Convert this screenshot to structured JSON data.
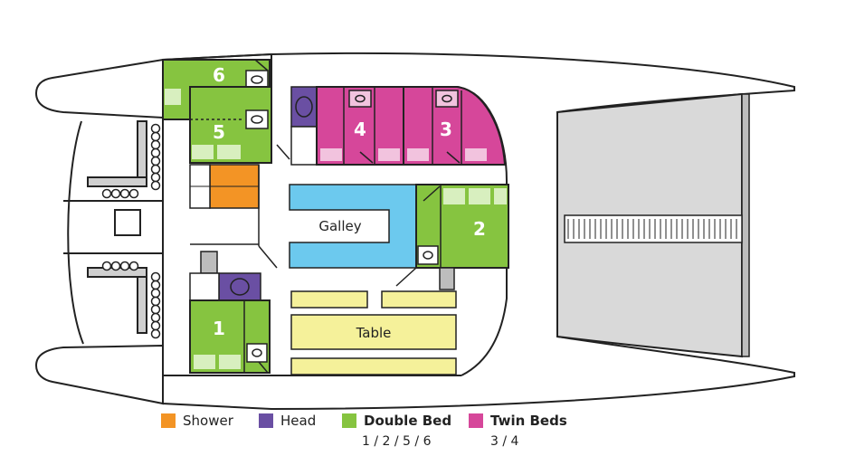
{
  "colors": {
    "shower": "#f39425",
    "head": "#6a4fa3",
    "double_bed": "#86c440",
    "twin_beds": "#d6479a",
    "galley": "#6cc9ee",
    "table": "#f5f19a",
    "trampoline": "#d9d9d9",
    "hull_outline": "#222222"
  },
  "rooms": {
    "galley": "Galley",
    "table": "Table"
  },
  "cabins": [
    {
      "number": "1",
      "type": "double_bed"
    },
    {
      "number": "2",
      "type": "double_bed"
    },
    {
      "number": "3",
      "type": "twin_beds"
    },
    {
      "number": "4",
      "type": "twin_beds"
    },
    {
      "number": "5",
      "type": "double_bed"
    },
    {
      "number": "6",
      "type": "double_bed"
    }
  ],
  "legend": [
    {
      "key": "shower",
      "label": "Shower",
      "bold": false,
      "sub": ""
    },
    {
      "key": "head",
      "label": "Head",
      "bold": false,
      "sub": ""
    },
    {
      "key": "double_bed",
      "label": "Double Bed",
      "bold": true,
      "sub": "1 / 2 / 5 / 6"
    },
    {
      "key": "twin_beds",
      "label": "Twin Beds",
      "bold": true,
      "sub": "3 / 4"
    }
  ]
}
